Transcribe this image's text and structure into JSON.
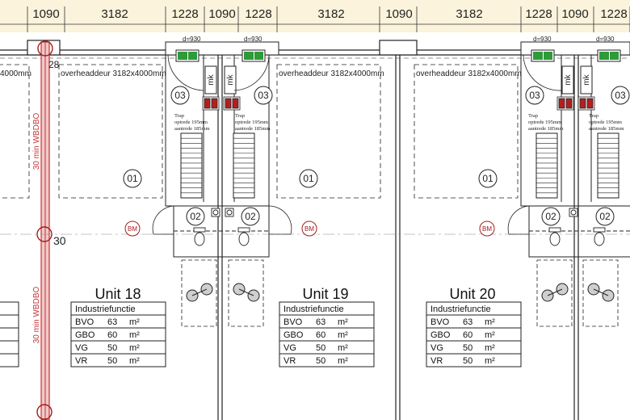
{
  "dimension_row": [
    "1090",
    "3182",
    "1228",
    "1090",
    "1228",
    "3182",
    "1090",
    "3182",
    "1228",
    "1090",
    "1228"
  ],
  "door_widths": [
    "d=930",
    "d=930",
    "d=930",
    "d=930"
  ],
  "overhead_doors": [
    "4000mm",
    "overheaddeur 3182x4000mm",
    "overheaddeur 3182x4000mm",
    "overheaddeur 3182x4000mm"
  ],
  "grid_labels": [
    "28",
    "30"
  ],
  "fire_rating": [
    "30 min WBDBO",
    "30 min WBDBO"
  ],
  "meter_cabinet": "mk",
  "room_codes": {
    "r01": "01",
    "r02": "02",
    "r03": "03"
  },
  "bm_label": "BM",
  "stair_note": [
    "Trap",
    "optrede 195mm",
    "aantrede 185mm"
  ],
  "units": [
    {
      "title": "Unit 18",
      "function": "Industriefunctie",
      "rows": [
        [
          "BVO",
          "63",
          "m²"
        ],
        [
          "GBO",
          "60",
          "m²"
        ],
        [
          "VG",
          "50",
          "m²"
        ],
        [
          "VR",
          "50",
          "m²"
        ]
      ]
    },
    {
      "title": "Unit 19",
      "function": "Industriefunctie",
      "rows": [
        [
          "BVO",
          "63",
          "m²"
        ],
        [
          "GBO",
          "60",
          "m²"
        ],
        [
          "VG",
          "50",
          "m²"
        ],
        [
          "VR",
          "50",
          "m²"
        ]
      ]
    },
    {
      "title": "Unit 20",
      "function": "Industriefunctie",
      "rows": [
        [
          "BVO",
          "63",
          "m²"
        ],
        [
          "GBO",
          "60",
          "m²"
        ],
        [
          "VG",
          "50",
          "m²"
        ],
        [
          "VR",
          "50",
          "m²"
        ]
      ]
    }
  ],
  "colors": {
    "line": "#222222",
    "fire_wall": "#c83232",
    "grid_bubble": "#a01e1e",
    "exit_sign": "#2e9a3a",
    "extinguisher": "#b02020",
    "dim_bg": "#fbf3dc"
  }
}
